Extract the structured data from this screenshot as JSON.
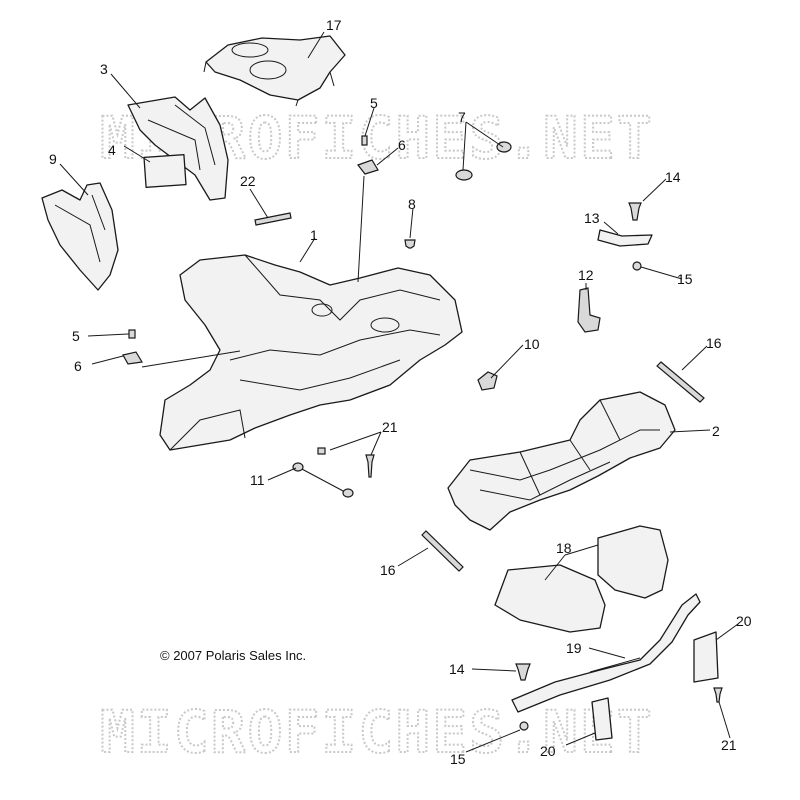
{
  "copyright": "© 2007 Polaris Sales Inc.",
  "watermark": "MICROFICHES.NET",
  "callouts": {
    "c17": "17",
    "c3": "3",
    "c4": "4",
    "c9": "9",
    "c5a": "5",
    "c6a": "6",
    "c7": "7",
    "c14a": "14",
    "c13": "13",
    "c15a": "15",
    "c22": "22",
    "c8": "8",
    "c1": "1",
    "c12": "12",
    "c5b": "5",
    "c6b": "6",
    "c10": "10",
    "c16a": "16",
    "c2": "2",
    "c21a": "21",
    "c11": "11",
    "c18": "18",
    "c16b": "16",
    "c20a": "20",
    "c19": "19",
    "c14b": "14",
    "c15b": "15",
    "c20b": "20",
    "c21b": "21"
  },
  "colors": {
    "line": "#1a1a1a",
    "part_fill": "#f2f2f2",
    "watermark": "#c9c9c9"
  }
}
